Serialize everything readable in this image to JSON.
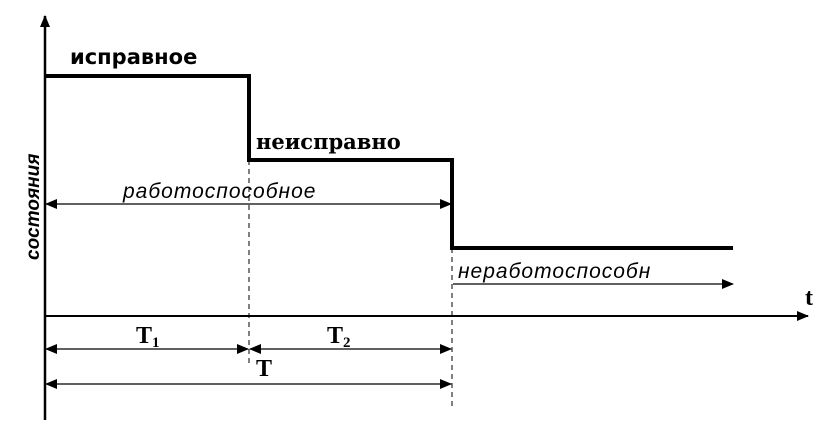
{
  "diagram": {
    "y_axis_label": "состояния",
    "x_axis_label": "t",
    "states": {
      "ispravnoe": "исправное",
      "neispravno": "неисправно",
      "rabotosposobnoe": "работоспособное",
      "nerabotosposobn": "неработоспособн"
    },
    "intervals": {
      "t1_main": "T",
      "t1_sub": "1",
      "t2_main": "T",
      "t2_sub": "2",
      "total": "T"
    }
  }
}
